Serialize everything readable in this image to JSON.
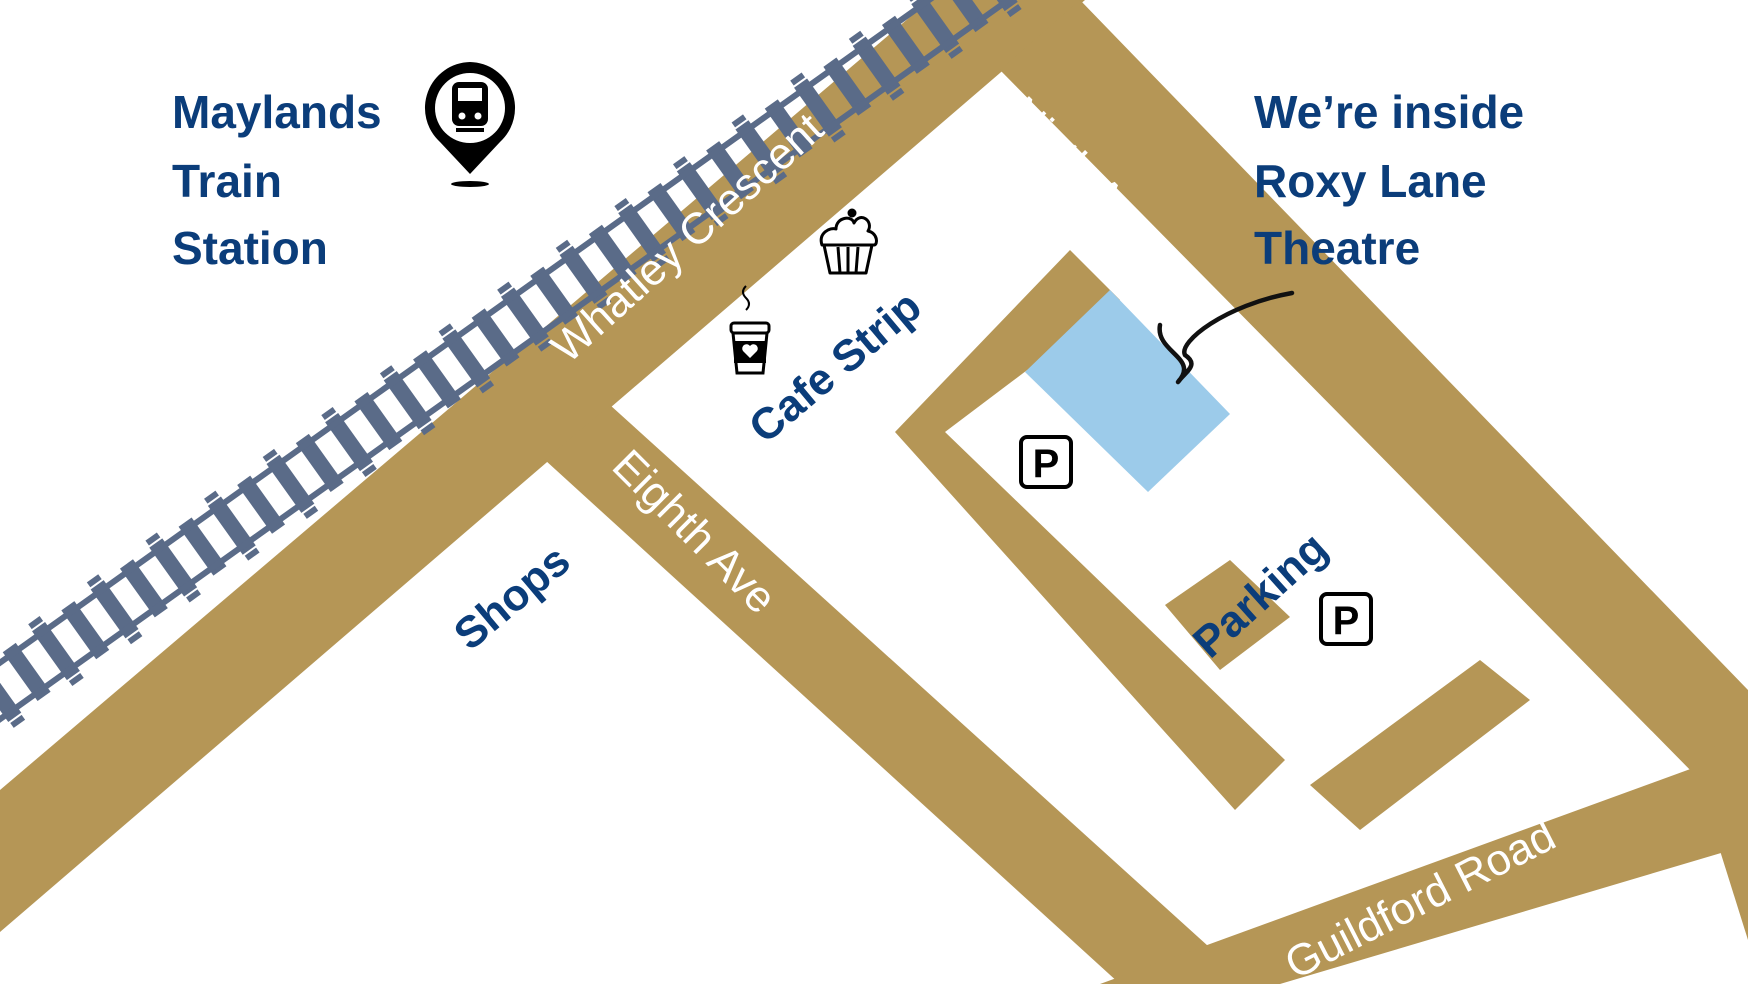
{
  "colors": {
    "road": "#b59656",
    "rail_track": "#5a6b88",
    "label_blue": "#0b3d7a",
    "theatre_highlight": "#9ccbea",
    "street_text": "#ffffff",
    "icon": "#000000"
  },
  "station": {
    "lines": [
      "Maylands",
      "Train",
      "Station"
    ],
    "icon": "train-station-pin-icon"
  },
  "venue": {
    "lines": [
      "We’re inside",
      "Roxy Lane",
      "Theatre"
    ],
    "icon": "curved-arrow-icon"
  },
  "streets": {
    "whatley": "Whatley Crescent",
    "ninth": "Ninth Ave",
    "eighth": "Eighth Ave",
    "guildford": "Guildford Road"
  },
  "areas": {
    "cafe": "Cafe Strip",
    "shops": "Shops",
    "parking": "Parking"
  },
  "icons": {
    "cupcake": "cupcake-icon",
    "coffee": "coffee-cup-icon",
    "parking": "parking-sign-icon"
  },
  "parking_symbol": "P"
}
